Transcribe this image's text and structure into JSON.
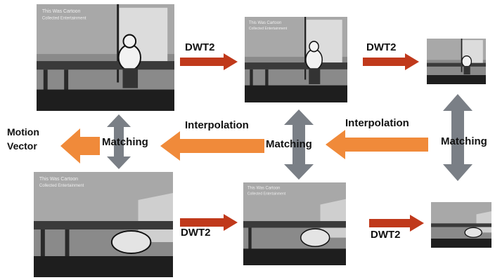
{
  "labels": {
    "dwt2_top_1": "DWT2",
    "dwt2_top_2": "DWT2",
    "dwt2_bottom_1": "DWT2",
    "dwt2_bottom_2": "DWT2",
    "interpolation_left": "Interpolation",
    "interpolation_right": "Interpolation",
    "matching_left": "Matching",
    "matching_center": "Matching",
    "matching_right": "Matching",
    "motion_vector_line1": "Motion",
    "motion_vector_line2": "Vector"
  },
  "frames": {
    "watermark_line1": "This Was Cartoon",
    "watermark_line2": "Collected Entertainment"
  },
  "colors": {
    "dwt_arrow": "#c0391b",
    "interp_arrow": "#f08a3a",
    "matching_arrow": "#7a7f86",
    "background": "#ffffff"
  }
}
